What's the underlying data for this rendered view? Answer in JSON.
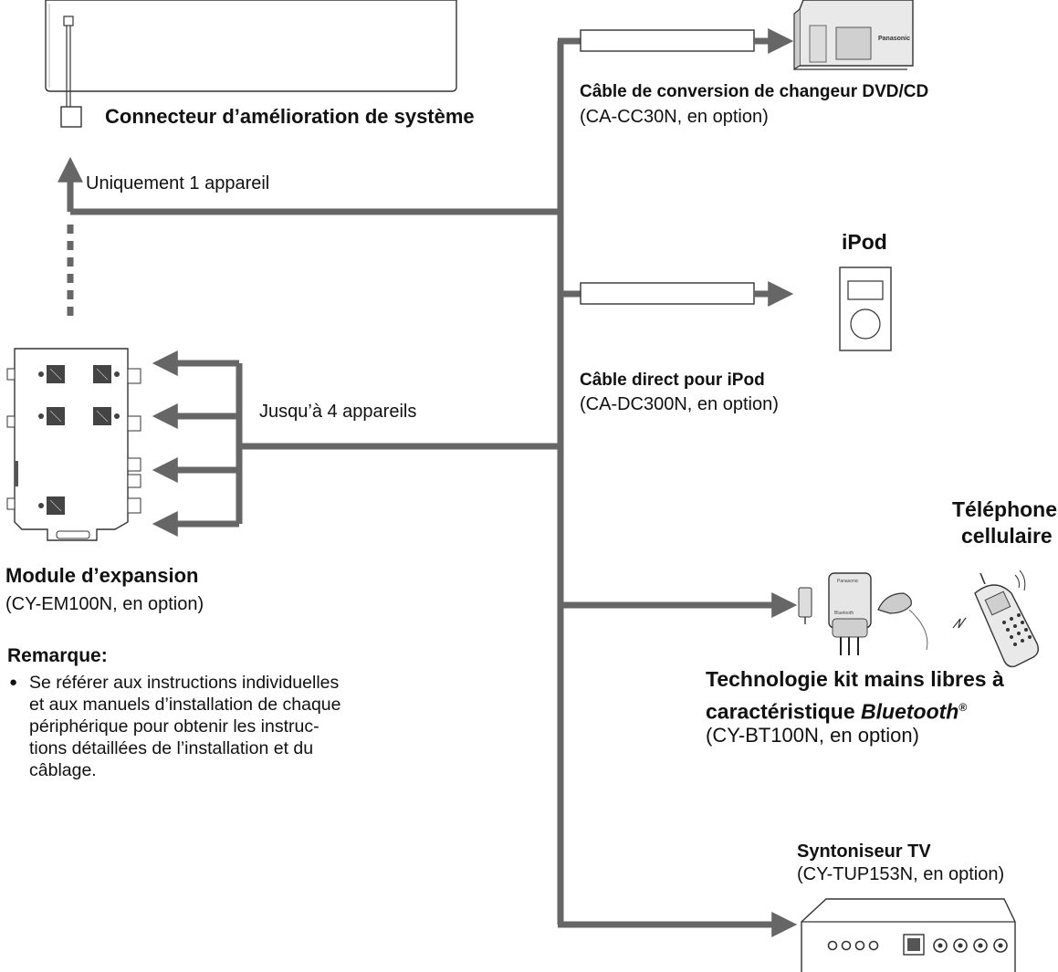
{
  "head_unit": {
    "connector_label": "Connecteur d’amélioration de système",
    "icon": "head-unit-icon"
  },
  "single_device_note": "Uniquement 1 appareil",
  "multi_device_note": "Jusqu’à 4 appareils",
  "expansion_module": {
    "name": "Module d’expansion",
    "model": "(CY-EM100N, en option)"
  },
  "remark": {
    "title": "Remarque:",
    "lines": [
      "Se référer aux instructions individuelles",
      "et aux manuels d’installation de chaque",
      "périphérique pour obtenir les instruc-",
      "tions détaillées de l’installation et du",
      "câblage."
    ]
  },
  "devices": {
    "dvd_cable": {
      "name": "Câble de conversion de changeur DVD/CD",
      "model": "(CA-CC30N, en option)",
      "device_brand": "Panasonic"
    },
    "ipod": {
      "title": "iPod",
      "cable_name": "Câble direct pour iPod",
      "cable_model": "(CA-DC300N, en option)"
    },
    "bluetooth": {
      "phone_line1": "Téléphone",
      "phone_line2": "cellulaire",
      "name_line1": "Technologie kit mains libres à",
      "name_line2_prefix": "caractéristique ",
      "name_line2_brand": "Bluetooth",
      "name_line2_mark": "®",
      "model": "(CY-BT100N, en option)",
      "device_brand": "Panasonic",
      "device_sub": "Bluetooth"
    },
    "tv_tuner": {
      "name": "Syntoniseur TV",
      "model": "(CY-TUP153N, en option)"
    }
  }
}
